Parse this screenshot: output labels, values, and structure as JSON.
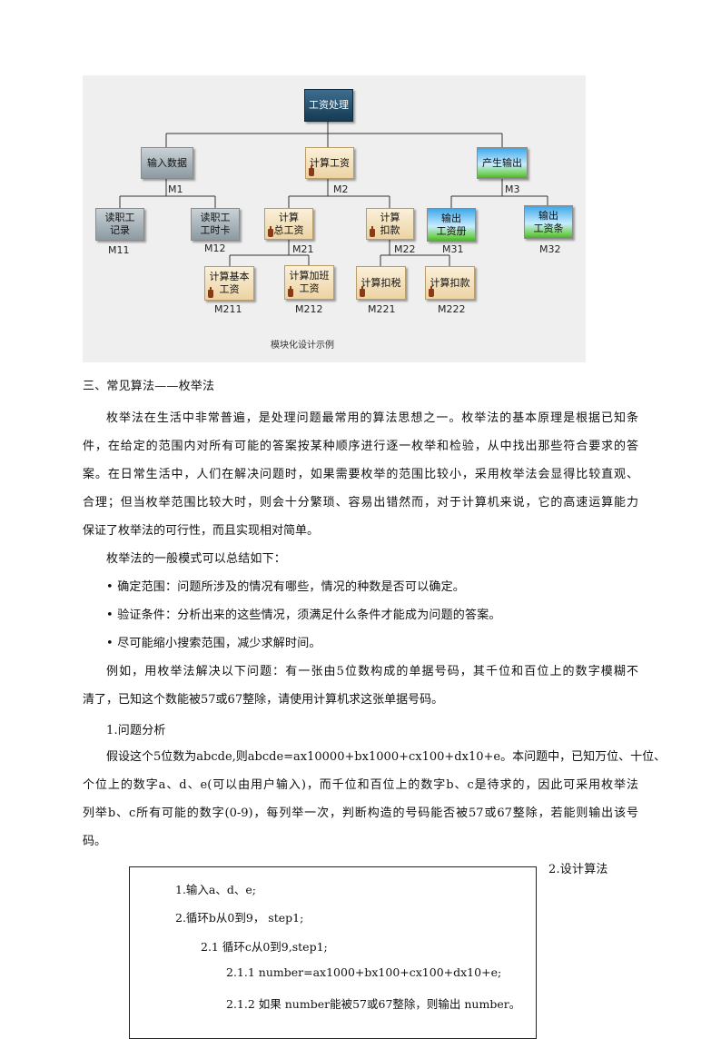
{
  "diagram": {
    "nodes": {
      "root": "工资处理",
      "input": "输入数据",
      "calc": "计算工资",
      "output": "产生输出",
      "m11": "读职工\n记录",
      "m12": "读职工\n工时卡",
      "m21": "计算\n总工资",
      "m22": "计算\n扣款",
      "m31": "输出\n工资册",
      "m32": "输出\n工资条",
      "m211": "计算基本\n工资",
      "m212": "计算加班\n工资",
      "m221": "计算扣税",
      "m222": "计算扣款"
    },
    "labels": {
      "M1": "M1",
      "M2": "M2",
      "M3": "M3",
      "M11": "M11",
      "M12": "M12",
      "M21": "M21",
      "M22": "M22",
      "M31": "M31",
      "M32": "M32",
      "M211": "M211",
      "M212": "M212",
      "M221": "M221",
      "M222": "M222"
    },
    "caption": "模块化设计示例"
  },
  "section_title": "三、常见算法——枚举法",
  "intro_lines": [
    "枚举法在生活中非常普遍，是处理问题最常用的算法思想之一。枚举法的基本原理是根据已知条",
    "件，在给定的范围内对所有可能的答案按某种顺序进行逐一枚举和检验，从中找出那些符合要求的答",
    "案。在日常生活中，人们在解决问题时，如果需要枚举的范围比较小，采用枚举法会显得比较直观、",
    "合理；但当枚举范围比较大时，则会十分繁琐、容易出错然而，对于计算机来说，它的高速运算能力",
    "保证了枚举法的可行性，而且实现相对简单。"
  ],
  "pattern_intro": "枚举法的一般模式可以总结如下：",
  "bullets": [
    "• 确定范围：问题所涉及的情况有哪些，情况的种数是否可以确定。",
    "• 验证条件：分析出来的这些情况，须满足什么条件才能成为问题的答案。",
    "• 尽可能缩小搜索范围，减少求解时间。"
  ],
  "example_lines": [
    "例如，用枚举法解决以下问题：有一张由5位数构成的单据号码，其千位和百位上的数字模糊不",
    "清了，已知这个数能被57或67整除，请使用计算机求这张单据号码。"
  ],
  "problem_heading": "1.问题分析",
  "analysis_lines": [
    "假设这个5位数为abcde,则abcde=ax10000+bx1000+cx100+dx10+e。本问题中，已知万位、十位、",
    "个位上的数字a、d、e(可以由用户输入)，而千位和百位上的数字b、c是待求的，因此可采用枚举法",
    "列举b、c所有可能的数字(0-9)，每列举一次，判断构造的号码能否被57或67整除，若能则输出该号",
    "码。"
  ],
  "design_heading": "2.设计算法",
  "code_lines": [
    "1.输入a、d、e;",
    "2.循环b从0到9， step1;",
    "2.1  循环c从0到9,step1;",
    "2.1.1  number=ax1000+bx100+cx100+dx10+e;",
    "2.1.2  如果 number能被57或67整除，则输出 number。"
  ]
}
